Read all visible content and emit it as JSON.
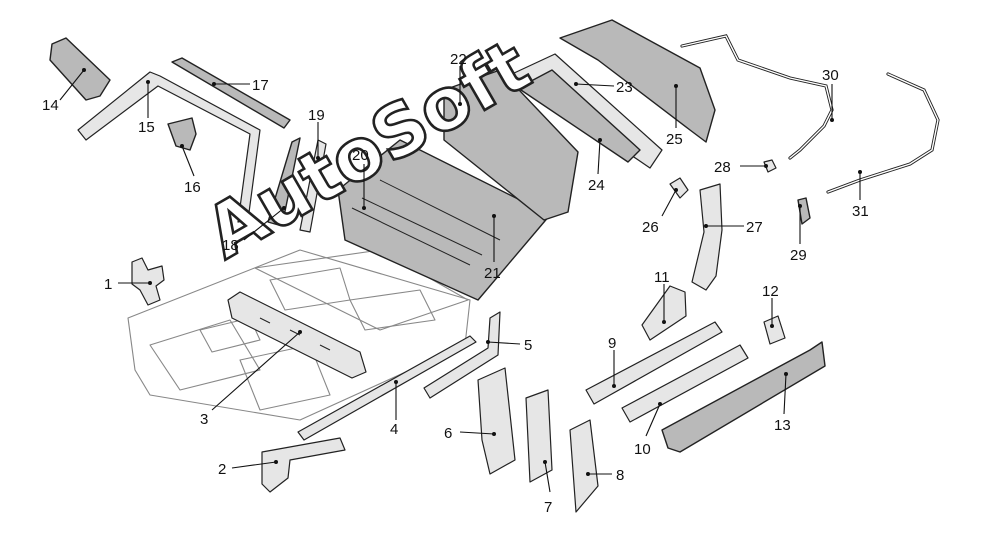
{
  "diagram": {
    "callouts": [
      {
        "id": "c1",
        "label": "1"
      },
      {
        "id": "c2",
        "label": "2"
      },
      {
        "id": "c3",
        "label": "3"
      },
      {
        "id": "c4",
        "label": "4"
      },
      {
        "id": "c5",
        "label": "5"
      },
      {
        "id": "c6",
        "label": "6"
      },
      {
        "id": "c7",
        "label": "7"
      },
      {
        "id": "c8",
        "label": "8"
      },
      {
        "id": "c9",
        "label": "9"
      },
      {
        "id": "c10",
        "label": "10"
      },
      {
        "id": "c11",
        "label": "11"
      },
      {
        "id": "c12",
        "label": "12"
      },
      {
        "id": "c13",
        "label": "13"
      },
      {
        "id": "c14",
        "label": "14"
      },
      {
        "id": "c15",
        "label": "15"
      },
      {
        "id": "c16",
        "label": "16"
      },
      {
        "id": "c17",
        "label": "17"
      },
      {
        "id": "c18",
        "label": "18"
      },
      {
        "id": "c19",
        "label": "19"
      },
      {
        "id": "c20",
        "label": "20"
      },
      {
        "id": "c21",
        "label": "21"
      },
      {
        "id": "c22",
        "label": "22"
      },
      {
        "id": "c23",
        "label": "23"
      },
      {
        "id": "c24",
        "label": "24"
      },
      {
        "id": "c25",
        "label": "25"
      },
      {
        "id": "c26",
        "label": "26"
      },
      {
        "id": "c27",
        "label": "27"
      },
      {
        "id": "c28",
        "label": "28"
      },
      {
        "id": "c29",
        "label": "29"
      },
      {
        "id": "c30",
        "label": "30"
      },
      {
        "id": "c31",
        "label": "31"
      }
    ]
  },
  "watermark": {
    "text": "AutoSoft"
  }
}
